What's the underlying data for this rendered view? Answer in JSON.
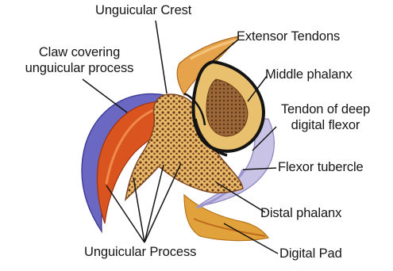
{
  "diagram": {
    "labels": {
      "unguicular_crest": "Unguicular Crest",
      "claw_covering_line1": "Claw covering",
      "claw_covering_line2": "unguicular process",
      "extensor_tendons": "Extensor Tendons",
      "middle_phalanx": "Middle phalanx",
      "deep_flexor_line1": "Tendon of deep",
      "deep_flexor_line2": "digital flexor",
      "flexor_tubercle": "Flexor tubercle",
      "distal_phalanx": "Distal phalanx",
      "unguicular_process": "Unguicular Process",
      "digital_pad": "Digital Pad"
    },
    "colors": {
      "claw_outer": "#6b68c4",
      "claw_inner": "#d9541f",
      "bone": "#e9c06e",
      "bone_dots": "#6a3a1a",
      "marrow": "#8a5a30",
      "extensor_tendon": "#e7a24c",
      "flexor_tendon": "#c9c3e6",
      "digital_pad": "#e1a23c",
      "leader_line": "#141414"
    }
  }
}
